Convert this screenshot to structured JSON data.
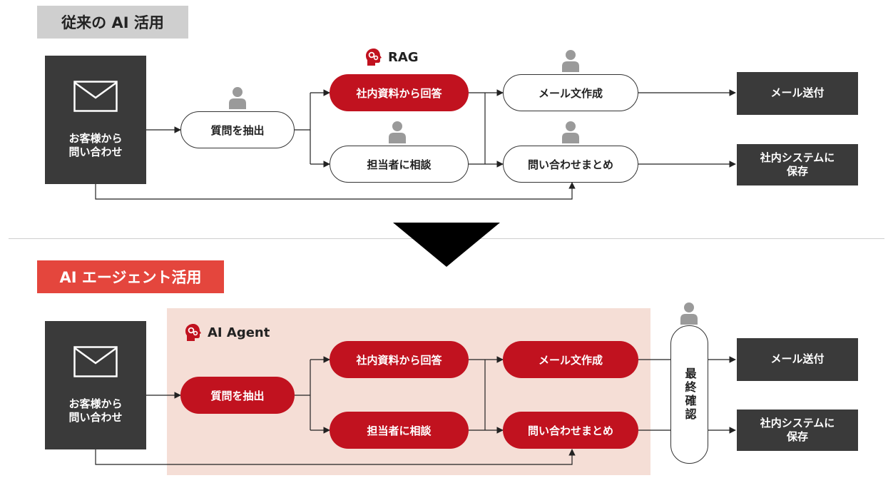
{
  "sections": {
    "traditional": {
      "label": "従来の AI 活用"
    },
    "agent": {
      "label": "AI エージェント活用"
    }
  },
  "colors": {
    "accent_red": "#c1121f",
    "label_red": "#e4463d",
    "dark_box": "#3a3a3a",
    "agent_zone": "#f5ded6",
    "person_gray": "#9a9a9a"
  },
  "traditional": {
    "source_line1": "お客様から",
    "source_line2": "問い合わせ",
    "extract": "質問を抽出",
    "rag_tag": "RAG",
    "answer_docs": "社内資料から回答",
    "consult": "担当者に相談",
    "compose_mail": "メール文作成",
    "summarize": "問い合わせまとめ",
    "send_mail": "メール送付",
    "save_line1": "社内システムに",
    "save_line2": "保存"
  },
  "agent": {
    "source_line1": "お客様から",
    "source_line2": "問い合わせ",
    "agent_tag": "AI Agent",
    "extract": "質問を抽出",
    "answer_docs": "社内資料から回答",
    "consult": "担当者に相談",
    "compose_mail": "メール文作成",
    "summarize": "問い合わせまとめ",
    "final_check": "最終確認",
    "send_mail": "メール送付",
    "save_line1": "社内システムに",
    "save_line2": "保存"
  },
  "icons": [
    "mail-icon",
    "person-icon",
    "brain-gear-icon",
    "down-triangle-icon"
  ]
}
